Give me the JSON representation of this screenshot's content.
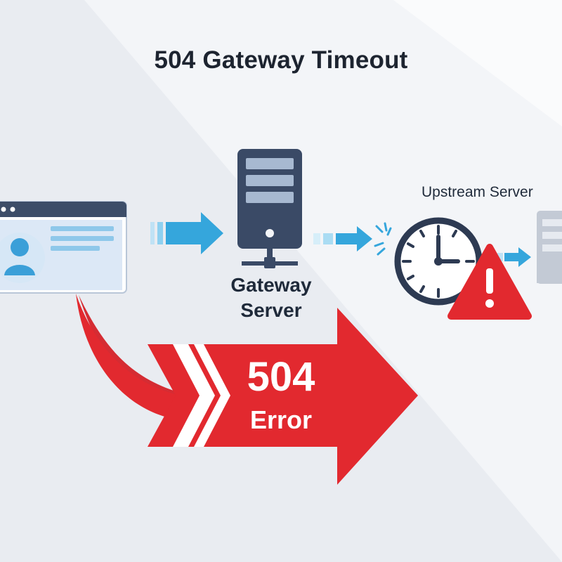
{
  "title": "504 Gateway Timeout",
  "nodes": {
    "gateway_label": "Gateway Server",
    "upstream_label": "Upstream Server"
  },
  "error": {
    "code": "504",
    "text": "Error"
  },
  "icons": [
    "browser-window-icon",
    "user-avatar-icon",
    "server-tower-icon",
    "network-connector-icon",
    "clock-icon",
    "warning-triangle-icon",
    "spark-break-icon"
  ],
  "colors": {
    "accent_blue": "#35a6dc",
    "server_dark": "#3a4a66",
    "error_red": "#e2292f",
    "text_dark": "#1d2430"
  }
}
